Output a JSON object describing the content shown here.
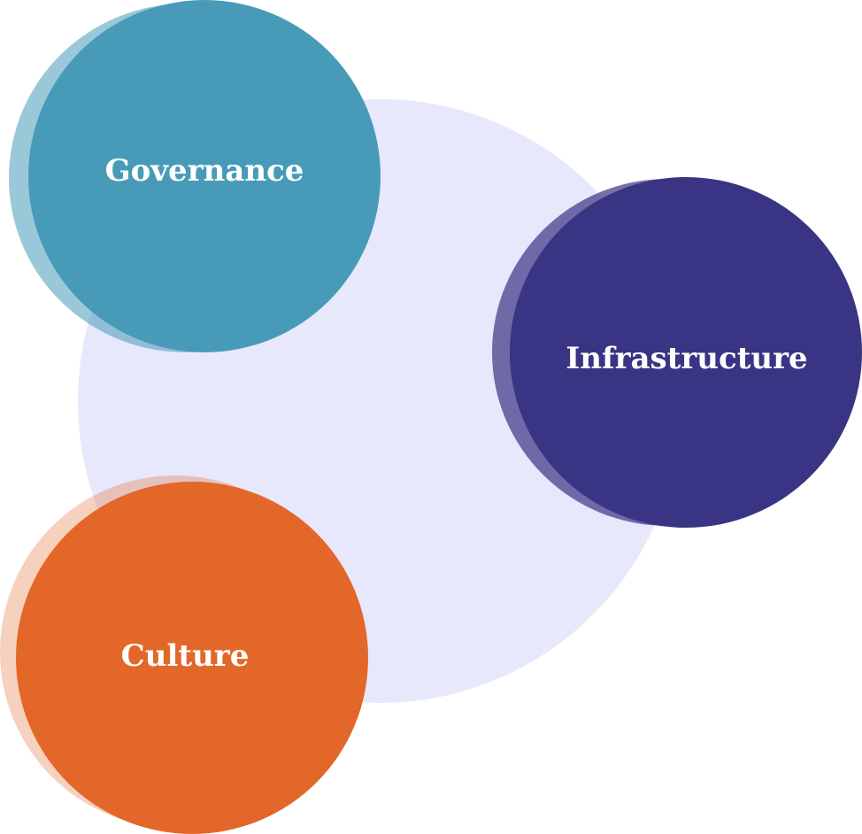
{
  "nodes": [
    {
      "label": "Governance",
      "color": "#489bb8"
    },
    {
      "label": "Infrastructure",
      "color": "#3a3484"
    },
    {
      "label": "Culture",
      "color": "#e26728"
    }
  ],
  "background_color": "#e8e8fc"
}
